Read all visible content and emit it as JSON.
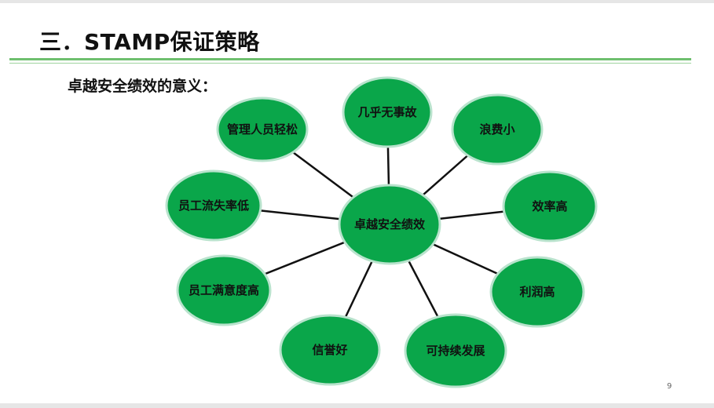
{
  "slide": {
    "title": "三．STAMP保证策略",
    "subtitle": "卓越安全绩效的意义：",
    "page_number": "9"
  },
  "diagram": {
    "center": "卓越安全绩效",
    "nodes": [
      "管理人员轻松",
      "几乎无事故",
      "浪费小",
      "员工流失率低",
      "效率高",
      "员工满意度高",
      "利润高",
      "信誉好",
      "可持续发展"
    ],
    "colors": {
      "fill": "#0aa64a",
      "stroke": "#b9e3cd",
      "connector": "#111111",
      "rule": "#6fbf6f"
    }
  }
}
